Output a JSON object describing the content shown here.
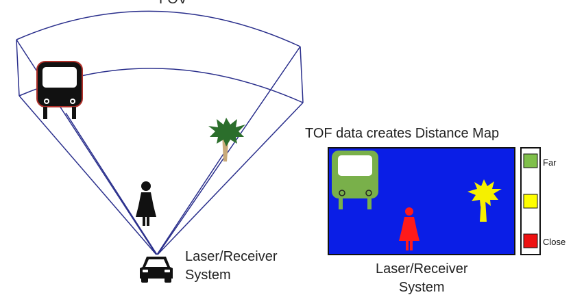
{
  "labels": {
    "fov": "FOV",
    "laser_line1": "Laser/Receiver",
    "laser_line2": "System",
    "map_title": "TOF data creates Distance Map",
    "caption_line1": "Laser/Receiver",
    "caption_line2": "System"
  },
  "legend": {
    "far": "Far",
    "close": "Close",
    "far_color": "#7fbf4a",
    "mid_color": "#ffff00",
    "close_color": "#ee1111"
  },
  "colors": {
    "fov_lines": "#2a2f8c",
    "map_background": "#0a1ee6",
    "bus_outline": "#b0302a",
    "map_bus": "#79b04a",
    "map_tree": "#f5f000",
    "map_person": "#ff1a1a",
    "palm_leaves": "#2b6e2b",
    "palm_trunk": "#c9aa7a"
  },
  "icons": [
    "bus-icon",
    "palm-tree-icon",
    "person-icon",
    "car-icon"
  ]
}
